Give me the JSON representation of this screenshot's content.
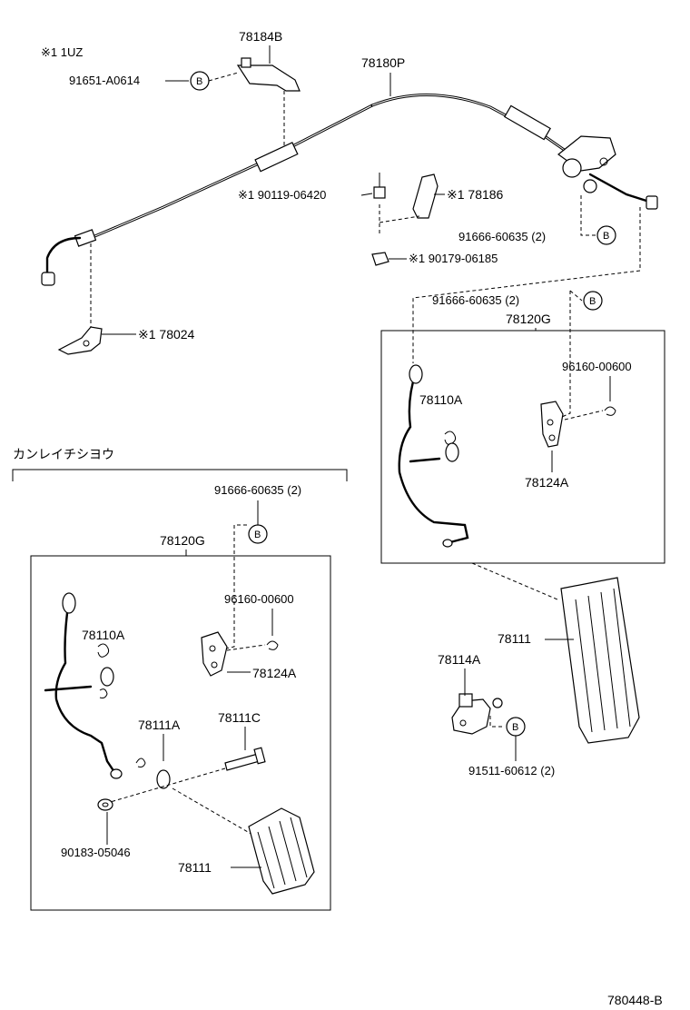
{
  "labels": {
    "note_engine": "※1 1UZ",
    "cable": "78180P",
    "bracket_top": "78184B",
    "bolt_top": "91651-A0614",
    "clip_bolt": "※1 90119-06420",
    "clip": "※1 78186",
    "clip_nut": "※1 90179-06185",
    "bracket_bottom": "※1 78024",
    "pin_upper": "91666-60635 (2)",
    "pin_upper_assy": "91666-60635 (2)",
    "assy_right": "78120G",
    "clip_right": "96160-00600",
    "lever_right": "78110A",
    "bracket_right": "78124A",
    "pedal_right": "78111",
    "stopper": "78114A",
    "bolt_stopper": "91511-60612 (2)",
    "region_title": "カンレイチシヨウ",
    "pin_left": "91666-60635 (2)",
    "assy_left": "78120G",
    "clip_left": "96160-00600",
    "lever_left": "78110A",
    "bracket_left": "78124A",
    "spring_left": "78111A",
    "pin_shaft_left": "78111C",
    "washer_left": "90183-05046",
    "pedal_left": "78111",
    "catalog_ref": "780448-B"
  },
  "callouts": {
    "ref_b": "B"
  }
}
